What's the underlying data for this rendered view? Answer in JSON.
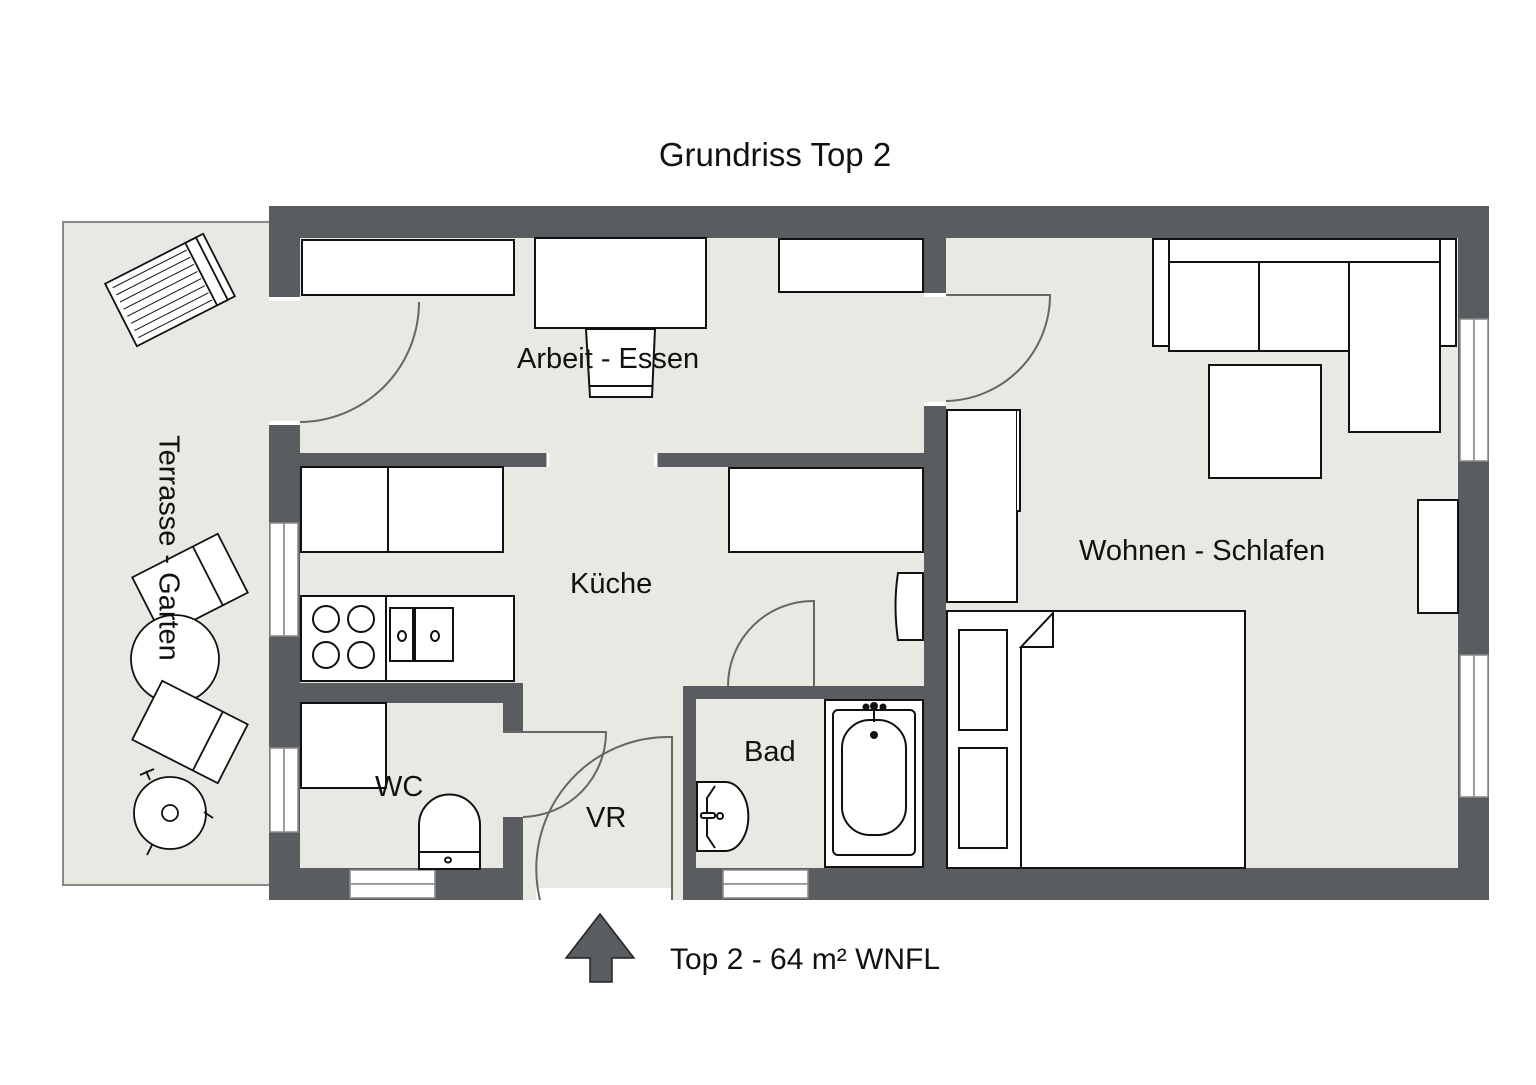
{
  "header": {
    "title": "Grundriss Top 2"
  },
  "footer": {
    "area_label": "Top 2 - 64 m² WNFL",
    "entrance_arrow_icon": "arrow-up-icon"
  },
  "rooms": {
    "arbeit_essen": "Arbeit - Essen",
    "wohnen_schlafen": "Wohnen - Schlafen",
    "kueche": "Küche",
    "bad": "Bad",
    "wc": "WC",
    "vr": "VR",
    "terrasse": "Terrasse - Garten"
  },
  "colors": {
    "wall": "#5a5d60",
    "floor": "#e8e9e3",
    "furniture": "#ffffff",
    "outline": "#111111",
    "terrace_border": "#888888"
  }
}
